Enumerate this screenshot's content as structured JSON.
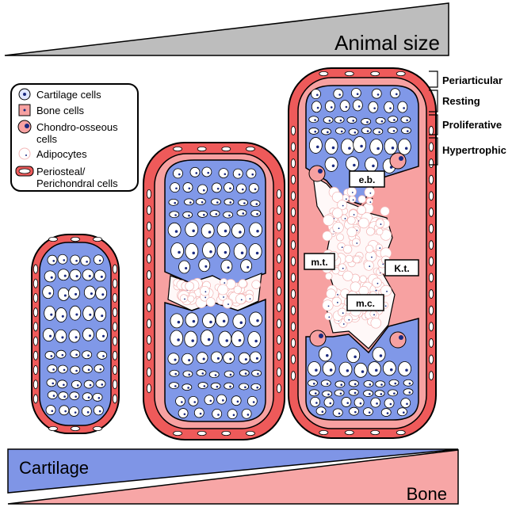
{
  "top_gradient": {
    "label": "Animal size",
    "color": "#bdbdbd"
  },
  "bottom_gradient": {
    "left_label": "Cartilage",
    "right_label": "Bone",
    "left_color": "#7f95e6",
    "right_color": "#f7a6a6"
  },
  "legend": {
    "items": [
      {
        "icon": "cartilage-cell-icon",
        "lines": [
          "Cartilage cells"
        ]
      },
      {
        "icon": "bone-cell-icon",
        "lines": [
          "Bone cells"
        ]
      },
      {
        "icon": "chondro-osseous-cell-icon",
        "lines": [
          "Chondro-osseous",
          "cells"
        ]
      },
      {
        "icon": "adipocyte-icon",
        "lines": [
          "Adipocytes"
        ]
      },
      {
        "icon": "periosteal-cell-icon",
        "lines": [
          "Periosteal/",
          "Perichondral cells"
        ]
      }
    ]
  },
  "zones": [
    "Periarticular",
    "Resting",
    "Proliferative",
    "Hypertrophic"
  ],
  "tags": {
    "eb": "e.b.",
    "mt": "m.t.",
    "kt": "K.t.",
    "mc": "m.c."
  },
  "colors": {
    "cartilage": "#8098e8",
    "bone": "#f7a1a1",
    "periosteum": "#ee5a5a",
    "cell_fill": "#ffffff",
    "nucleus": "#1a2a80",
    "outline": "#000000"
  }
}
